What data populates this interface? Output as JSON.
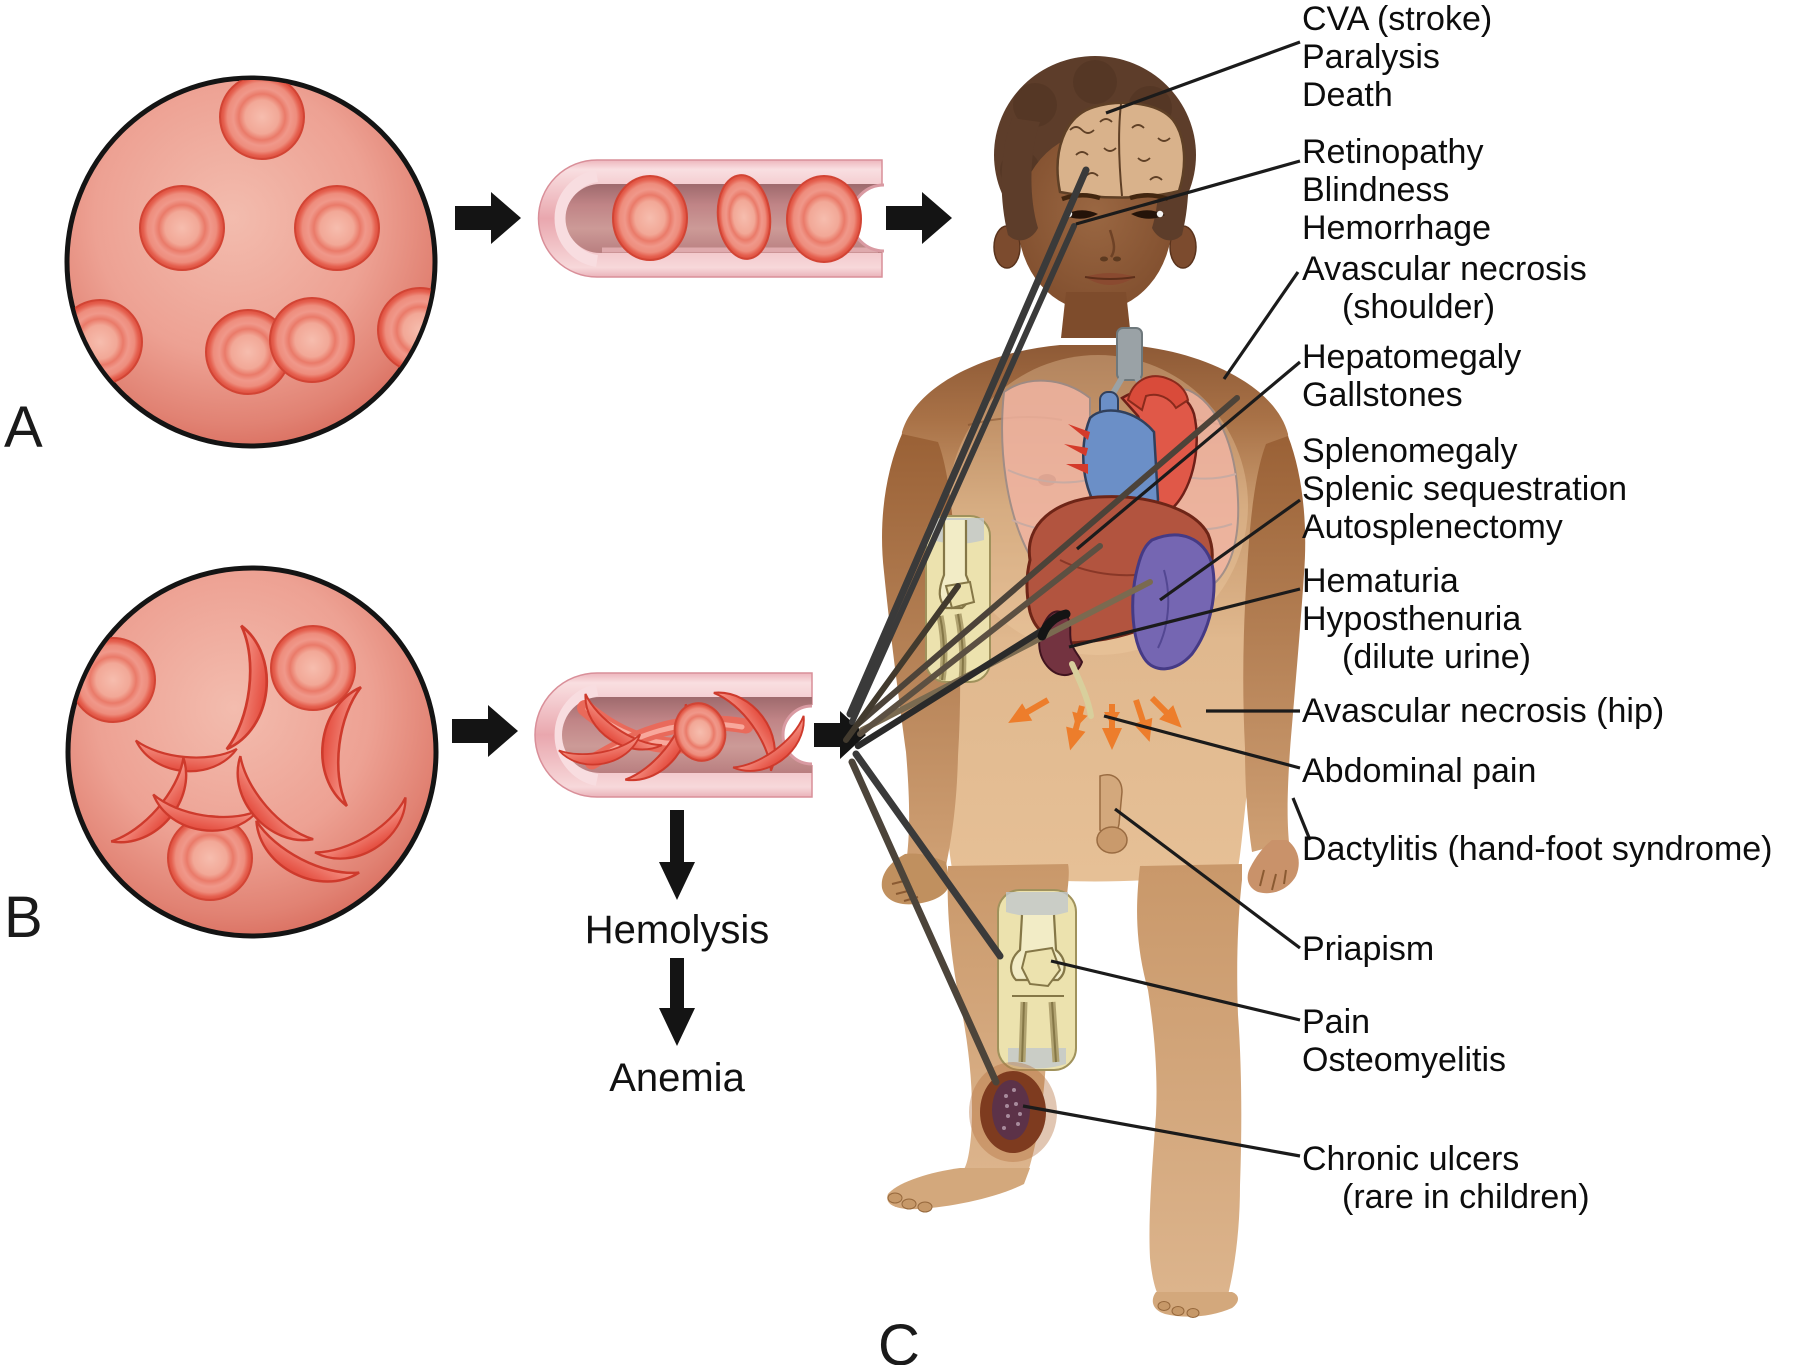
{
  "figure": {
    "type": "sickle-cell-disease-diagram",
    "title_letters": {
      "a": "A",
      "b": "B",
      "c": "C"
    },
    "flow": {
      "hemolysis": "Hemolysis",
      "anemia": "Anemia"
    },
    "complication_labels": [
      {
        "lines": [
          {
            "text": "CVA (stroke)",
            "indent": false
          },
          {
            "text": "Paralysis",
            "indent": false
          },
          {
            "text": "Death",
            "indent": false
          }
        ]
      },
      {
        "lines": [
          {
            "text": "Retinopathy",
            "indent": false
          },
          {
            "text": "Blindness",
            "indent": false
          },
          {
            "text": "Hemorrhage",
            "indent": false
          }
        ]
      },
      {
        "lines": [
          {
            "text": "Avascular necrosis",
            "indent": false
          },
          {
            "text": "(shoulder)",
            "indent": true
          }
        ]
      },
      {
        "lines": [
          {
            "text": "Hepatomegaly",
            "indent": false
          },
          {
            "text": "Gallstones",
            "indent": false
          }
        ]
      },
      {
        "lines": [
          {
            "text": "Splenomegaly",
            "indent": false
          },
          {
            "text": "Splenic sequestration",
            "indent": false
          },
          {
            "text": "Autosplenectomy",
            "indent": false
          }
        ]
      },
      {
        "lines": [
          {
            "text": "Hematuria",
            "indent": false
          },
          {
            "text": "Hyposthenuria",
            "indent": false
          },
          {
            "text": "(dilute urine)",
            "indent": true
          }
        ]
      },
      {
        "lines": [
          {
            "text": "Avascular necrosis (hip)",
            "indent": false
          }
        ]
      },
      {
        "lines": [
          {
            "text": "Abdominal pain",
            "indent": false
          }
        ]
      },
      {
        "lines": [
          {
            "text": "Dactylitis (hand-foot syndrome)",
            "indent": false
          }
        ]
      },
      {
        "lines": [
          {
            "text": "Priapism",
            "indent": false
          }
        ]
      },
      {
        "lines": [
          {
            "text": "Pain",
            "indent": false
          },
          {
            "text": "Osteomyelitis",
            "indent": false
          }
        ]
      },
      {
        "lines": [
          {
            "text": "Chronic ulcers",
            "indent": false
          },
          {
            "text": "(rare in children)",
            "indent": true
          }
        ]
      }
    ],
    "icons": {
      "panel_a": "normal-rbc-micrograph",
      "panel_b": "sickled-rbc-micrograph",
      "vessel_top": "normal-blood-flow-vessel",
      "vessel_bottom": "occluded-blood-flow-vessel",
      "body": "child-figure-with-complication-sites",
      "pain": "radiating-pain-arrows"
    },
    "colors": {
      "rbc_red": "#ee8476",
      "vessel_pink": "#eeb3ba",
      "lumen_rose": "#c48486",
      "liver": "#b2543f",
      "spleen": "#7566b2",
      "kidney": "#733340",
      "bone_yellow": "#ece2ae",
      "pain_arrow_orange": "#ed7d2b",
      "skin_dark": "#8a5638",
      "skin_light": "#e0b88e",
      "hair_brown": "#5d3d2a",
      "pointer_line": "#1b1b1b",
      "arrow_black": "#141414"
    }
  }
}
